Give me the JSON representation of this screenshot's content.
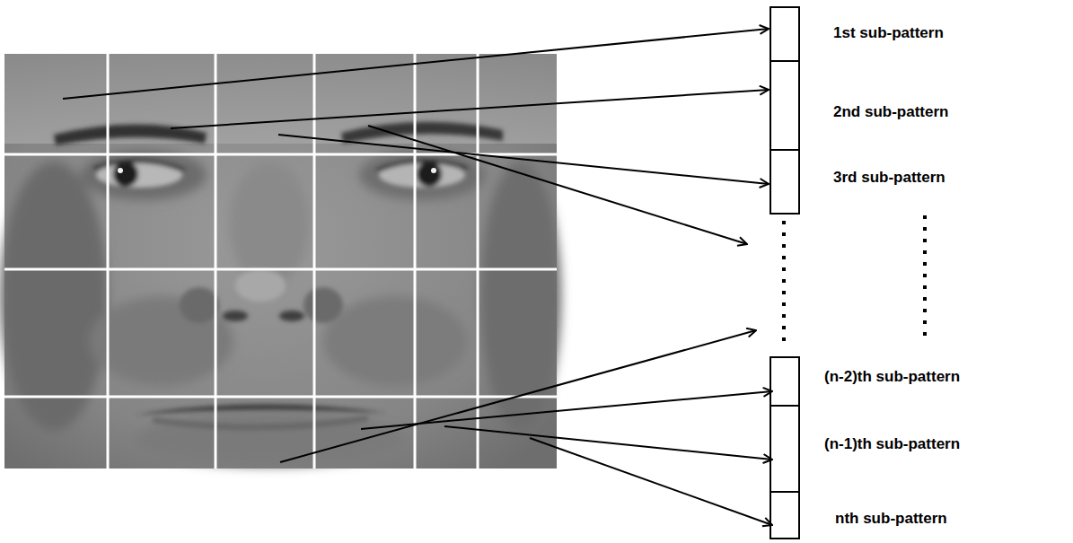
{
  "diagram": {
    "labels": [
      "1st sub-pattern",
      "2nd sub-pattern",
      "3rd sub-pattern",
      "(n-2)th sub-pattern",
      "(n-1)th sub-pattern",
      "nth sub-pattern"
    ]
  }
}
